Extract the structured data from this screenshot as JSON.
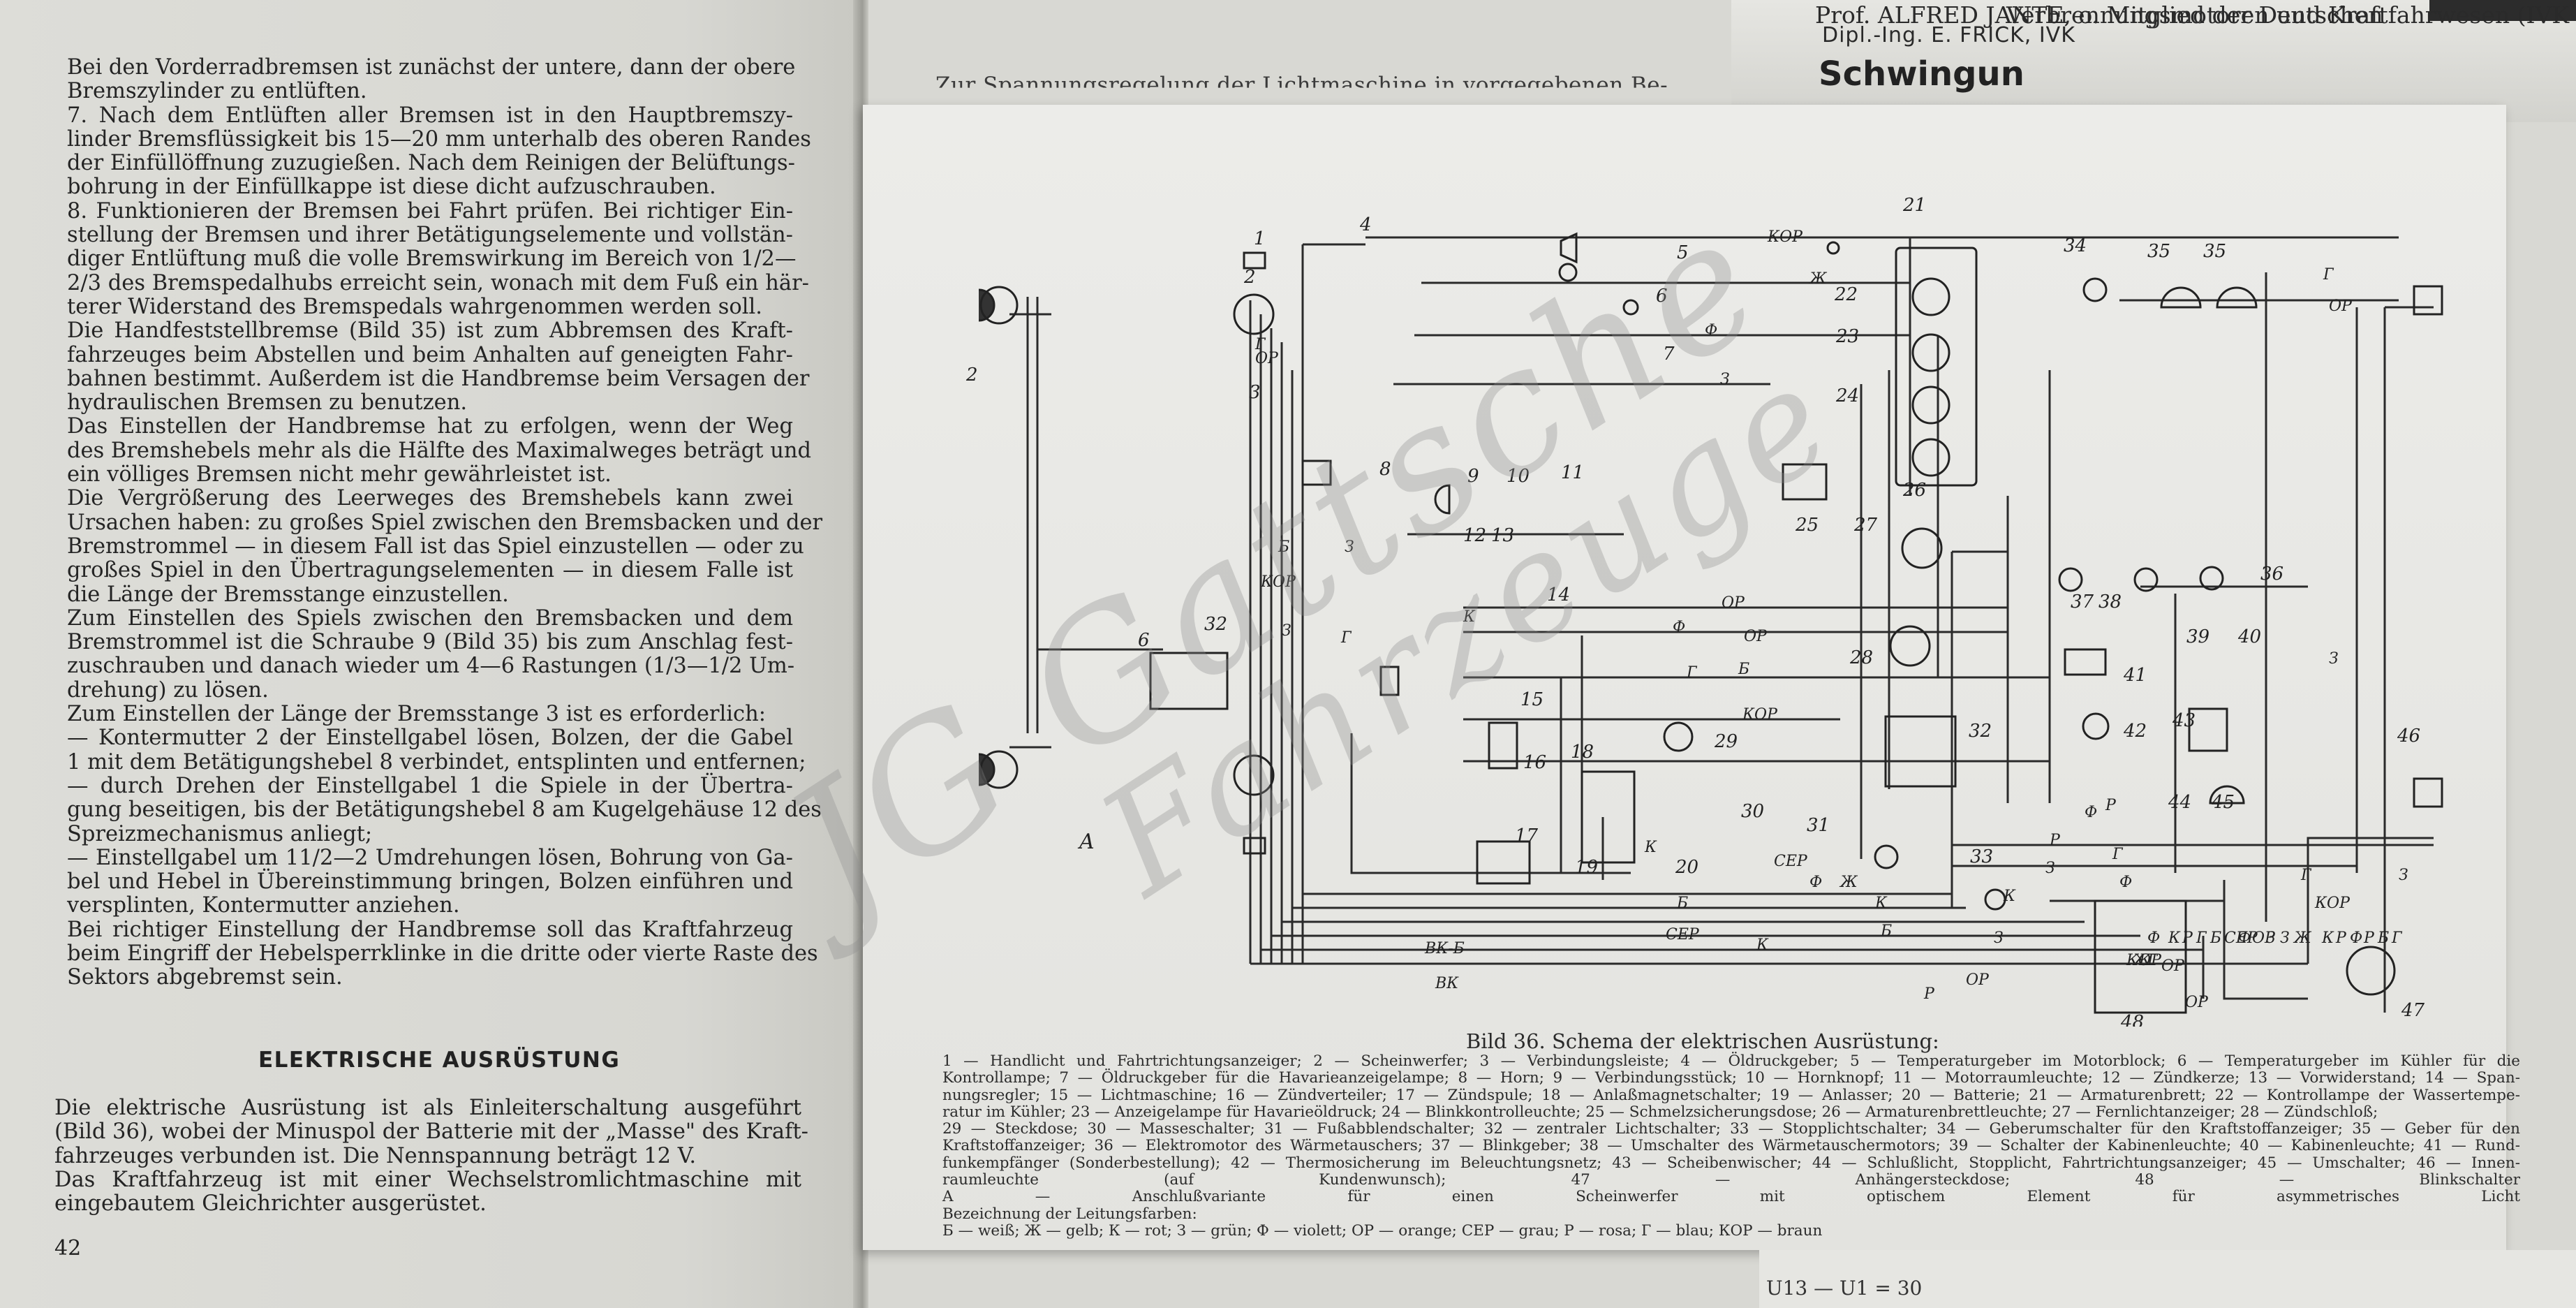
{
  "left_page": {
    "paragraphs_top": [
      "Bei den Vorderradbremsen ist zunächst der untere, dann der obere",
      "Bremszylinder zu entlüften.",
      "7. Nach dem Entlüften aller Bremsen ist in den Hauptbremszy-",
      "linder Bremsflüssigkeit bis 15—20 mm unterhalb des oberen Randes",
      "der Einfüllöffnung zuzugießen. Nach dem Reinigen der Belüftungs-",
      "bohrung in der Einfüllkappe ist diese dicht aufzuschrauben.",
      "8. Funktionieren der Bremsen bei Fahrt prüfen. Bei richtiger Ein-",
      "stellung der Bremsen und ihrer Betätigungselemente und vollstän-",
      "diger Entlüftung muß die volle Bremswirkung im Bereich von 1/2—",
      "2/3 des Bremspedalhubs erreicht sein, wonach mit dem Fuß ein här-",
      "terer Widerstand des Bremspedals wahrgenommen werden soll.",
      "Die Handfeststellbremse (Bild 35) ist zum Abbremsen des Kraft-",
      "fahrzeuges beim Abstellen und beim Anhalten auf geneigten Fahr-",
      "bahnen bestimmt. Außerdem ist die Handbremse beim Versagen der",
      "hydraulischen Bremsen zu benutzen.",
      "Das Einstellen der Handbremse hat zu erfolgen, wenn der Weg",
      "des Bremshebels mehr als die Hälfte des Maximalweges beträgt und",
      "ein völliges Bremsen nicht mehr gewährleistet ist.",
      "Die Vergrößerung des Leerweges des Bremshebels kann zwei",
      "Ursachen haben: zu großes Spiel zwischen den Bremsbacken und der",
      "Bremstrommel — in diesem Fall ist das Spiel einzustellen — oder zu",
      "großes Spiel in den Übertragungselementen — in diesem Falle ist",
      "die Länge der Bremsstange einzustellen.",
      "Zum Einstellen des Spiels zwischen den Bremsbacken und dem",
      "Bremstrommel ist die Schraube 9 (Bild 35) bis zum Anschlag fest-",
      "zuschrauben und danach wieder um 4—6 Rastungen (1/3—1/2 Um-",
      "drehung) zu lösen.",
      "Zum Einstellen der Länge der Bremsstange 3 ist es erforderlich:",
      "— Kontermutter 2 der Einstellgabel lösen, Bolzen, der die Gabel",
      "1 mit dem Betätigungshebel 8 verbindet, entsplinten und entfernen;",
      "— durch Drehen der Einstellgabel 1 die Spiele in der Übertra-",
      "gung beseitigen, bis der Betätigungshebel 8 am Kugelgehäuse 12 des",
      "Spreizmechanismus anliegt;",
      "— Einstellgabel um 11/2—2 Umdrehungen lösen, Bohrung von Ga-",
      "bel und Hebel in Übereinstimmung bringen, Bolzen einführen und",
      "versplinten, Kontermutter anziehen.",
      "Bei richtiger Einstellung der Handbremse soll das Kraftfahrzeug",
      "beim Eingriff der Hebelsperrklinke in die dritte oder vierte Raste des",
      "Sektors abgebremst sein."
    ],
    "section_heading": "ELEKTRISCHE AUSRÜSTUNG",
    "paragraphs_bottom": [
      "Die elektrische Ausrüstung ist als Einleiterschaltung ausgeführt",
      "(Bild 36), wobei der Minuspol der Batterie mit der „Masse\" des Kraft-",
      "fahrzeuges verbunden ist. Die Nennspannung beträgt 12 V.",
      "Das Kraftfahrzeug ist mit einer Wechselstromlichtmaschine mit",
      "eingebautem Gleichrichter ausgerüstet."
    ],
    "page_number": "42"
  },
  "right_page": {
    "top_line": "Zur Spannungsregelung der Lichtmaschine in vorgegebenen Be-"
  },
  "back_sheet": {
    "line1": "Prof. ALFRED JANTE, o. Mitglied der Deutschen",
    "line2": "Dipl.-Ing. E. FRICK, IVK",
    "line3": "Schwingun",
    "line_right": "Verbrennungsmotoren und Kraftfahrwesen (IVK"
  },
  "bottom_strip": {
    "text": "U13 — U1 = 30"
  },
  "diagram": {
    "caption": "Bild 36. Schema der elektrischen Ausrüstung:",
    "legend_lines": [
      "1 — Handlicht und Fahrtrichtungsanzeiger; 2 — Scheinwerfer; 3 — Verbindungsleiste; 4 — Öldruckgeber; 5 — Temperaturgeber im Motorblock; 6 — Temperaturgeber im Kühler für die",
      "Kontrollampe; 7 — Öldruckgeber für die Havarieanzeigelampe; 8 — Horn; 9 — Verbindungsstück; 10 — Hornknopf; 11 — Motorraumleuchte; 12 — Zündkerze; 13 — Vorwiderstand; 14 — Span-",
      "nungsregler; 15 — Lichtmaschine; 16 — Zündverteiler; 17 — Zündspule; 18 — Anlaßmagnetschalter; 19 — Anlasser; 20 — Batterie; 21 — Armaturenbrett; 22 — Kontrollampe der Wassertempe-",
      "ratur im Kühler; 23 — Anzeigelampe für Havarieöldruck; 24 — Blinkkontrolleuchte; 25 — Schmelzsicherungsdose; 26 — Armaturenbrettleuchte; 27 — Fernlichtanzeiger; 28 — Zündschloß;",
      "29 — Steckdose; 30 — Masseschalter; 31 — Fußabblendschalter; 32 — zentraler Lichtschalter; 33 — Stopplichtschalter; 34 — Geberumschalter für den Kraftstoffanzeiger; 35 — Geber für den",
      "Kraftstoffanzeiger; 36 — Elektromotor des Wärmetauschers; 37 — Blinkgeber; 38 — Umschalter des Wärmetauschermotors; 39 — Schalter der Kabinenleuchte; 40 — Kabinenleuchte; 41 — Rund-",
      "funkempfänger (Sonderbestellung); 42 — Thermosicherung im Beleuchtungsnetz; 43 — Scheibenwischer; 44 — Schlußlicht, Stopplicht, Fahrtrichtungsanzeiger; 45 — Umschalter; 46 — Innen-",
      "raumleuchte (auf Kundenwunsch); 47 — Anhängersteckdose; 48 — Blinkschalter",
      "A — Anschlußvariante für einen Scheinwerfer mit optischem Element für asymmetrisches Licht",
      "Bezeichnung der Leitungsfarben:",
      "Б — weiß; Ж — gelb; К — rot; З — grün; Ф — violett; ОР — orange; СЕР — grau; Р — rosa; Г — blau; КОР — braun"
    ],
    "component_numbers": [
      "1",
      "2",
      "3",
      "4",
      "5",
      "6",
      "7",
      "8",
      "9",
      "10",
      "11",
      "12",
      "13",
      "14",
      "15",
      "16",
      "17",
      "18",
      "19",
      "20",
      "21",
      "22",
      "23",
      "24",
      "25",
      "26",
      "27",
      "28",
      "29",
      "30",
      "31",
      "32",
      "33",
      "34",
      "35",
      "35",
      "36",
      "37",
      "38",
      "39",
      "40",
      "41",
      "42",
      "43",
      "44",
      "45",
      "46",
      "47",
      "48",
      "2",
      "6",
      "32"
    ],
    "wire_labels": [
      "КОР",
      "Ж",
      "Ф",
      "З",
      "Г",
      "ОР",
      "Г",
      "ОР",
      "КОР",
      "Б",
      "З",
      "З",
      "Г",
      "К",
      "Ф",
      "ОР",
      "ОР",
      "Г",
      "КОР",
      "Б",
      "К",
      "К",
      "СЕР",
      "Ф",
      "Ж",
      "К",
      "Б",
      "Р",
      "Ф",
      "Г",
      "ОР",
      "З",
      "К",
      "З",
      "Р",
      "Ф",
      "Р",
      "Г",
      "Ф",
      "З",
      "КОР",
      "Г",
      "ОР",
      "Ж",
      "ОР",
      "Г",
      "КОР",
      "СЕР",
      "Б",
      "ВК-Б",
      "ВК",
      "З",
      "Ф",
      "К",
      "Р",
      "Г",
      "Б",
      "СЕР",
      "Ф",
      "ОР",
      "З",
      "З",
      "Ж",
      "К",
      "Р",
      "Ф",
      "Р",
      "Б",
      "Г"
    ],
    "variant_label": "A"
  },
  "watermark": {
    "line1": "JG Gattsche",
    "line2": "Fahrzeuge"
  }
}
